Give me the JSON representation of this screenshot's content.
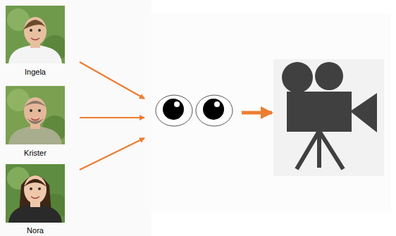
{
  "diagram": {
    "nodes": [
      {
        "text": [
          "Ingela"
        ]
      },
      {
        "text": [
          "Krister"
        ]
      },
      {
        "text": [
          "Nora"
        ]
      }
    ]
  }
}
